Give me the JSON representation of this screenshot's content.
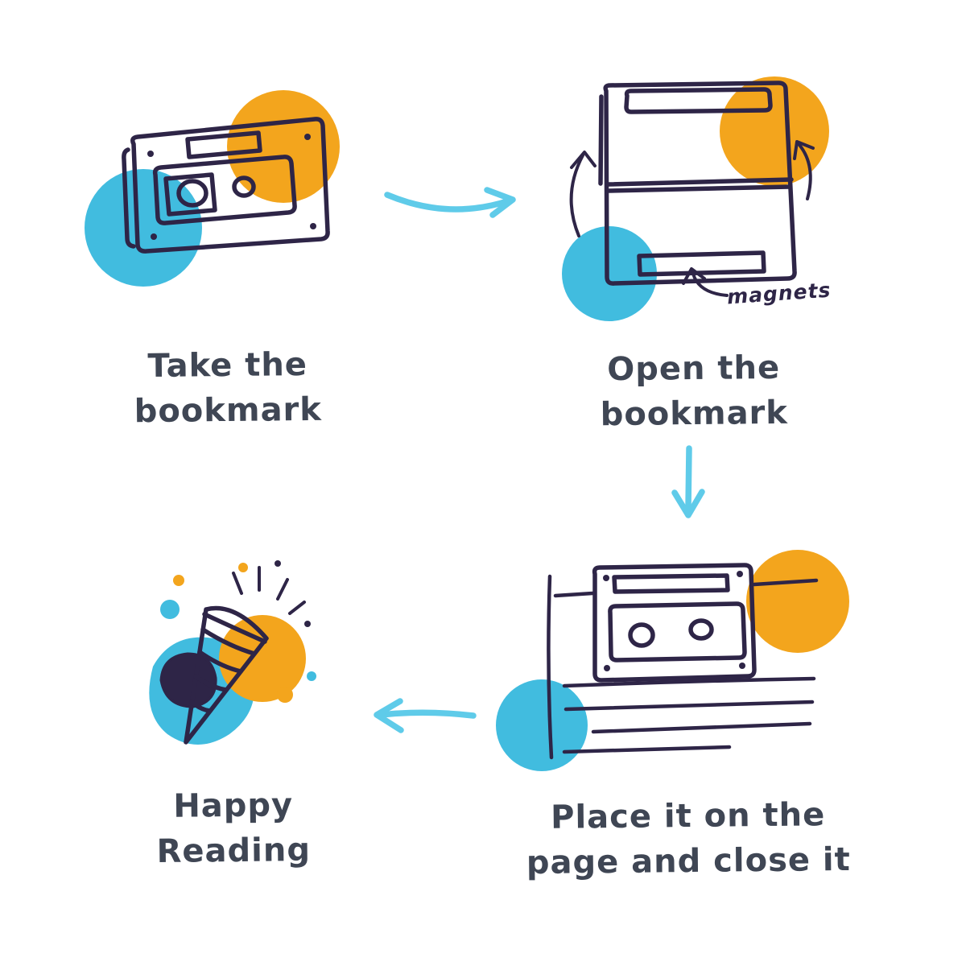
{
  "colors": {
    "ink": "#2e2547",
    "text": "#3f4654",
    "orange": "#f3a51d",
    "blue": "#41bcdf",
    "arrow": "#5fcbe9",
    "background": "#ffffff"
  },
  "steps": [
    {
      "id": "take-the-bookmark",
      "lines": [
        "Take the",
        "bookmark"
      ]
    },
    {
      "id": "open-the-bookmark",
      "lines": [
        "Open the",
        "bookmark"
      ],
      "annotation": "magnets"
    },
    {
      "id": "place-on-page",
      "lines": [
        "Place it on the",
        "page and close it"
      ]
    },
    {
      "id": "happy-reading",
      "lines": [
        "Happy",
        "Reading"
      ]
    }
  ]
}
